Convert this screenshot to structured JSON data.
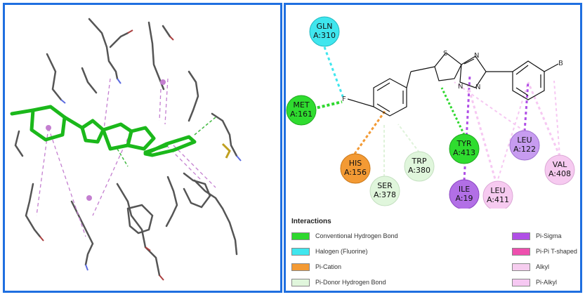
{
  "residues": [
    {
      "id": "gln310",
      "name": "GLN",
      "pos": "A:310",
      "color": "#3fe6ee"
    },
    {
      "id": "met161",
      "name": "MET",
      "pos": "A:161",
      "color": "#2fdc2f"
    },
    {
      "id": "his156",
      "name": "HIS",
      "pos": "A:156",
      "color": "#f39a34"
    },
    {
      "id": "ser378",
      "name": "SER",
      "pos": "A:378",
      "color": "#e0f6dc"
    },
    {
      "id": "trp380",
      "name": "TRP",
      "pos": "A:380",
      "color": "#e0f6dc"
    },
    {
      "id": "tyr413",
      "name": "TYR",
      "pos": "A:413",
      "color": "#2fdc2f"
    },
    {
      "id": "ile19",
      "name": "ILE",
      "pos": "A:19",
      "color": "#b26fe6"
    },
    {
      "id": "leu411",
      "name": "LEU",
      "pos": "A:411",
      "color": "#f6caf0"
    },
    {
      "id": "leu122",
      "name": "LEU",
      "pos": "A:122",
      "color": "#c79cf0"
    },
    {
      "id": "val408",
      "name": "VAL",
      "pos": "A:408",
      "color": "#f6caf0"
    }
  ],
  "atoms": {
    "f": "F",
    "s": "S",
    "n1": "N",
    "n2": "N",
    "n3": "N",
    "br": "B"
  },
  "legend": {
    "title": "Interactions",
    "items": [
      {
        "label": "Conventional Hydrogen Bond",
        "color": "#2ed82e"
      },
      {
        "label": "Halogen (Fluorine)",
        "color": "#3fe6ee"
      },
      {
        "label": "Pi-Cation",
        "color": "#f39a34"
      },
      {
        "label": "Pi-Donor Hydrogen Bond",
        "color": "#e0f6dc"
      },
      {
        "label": "Pi-Sigma",
        "color": "#b04fe6"
      },
      {
        "label": "Pi-Pi T-shaped",
        "color": "#ee4fae"
      },
      {
        "label": "Alkyl",
        "color": "#f6cdef"
      },
      {
        "label": "Pi-Alkyl",
        "color": "#f6c8f2"
      }
    ]
  }
}
